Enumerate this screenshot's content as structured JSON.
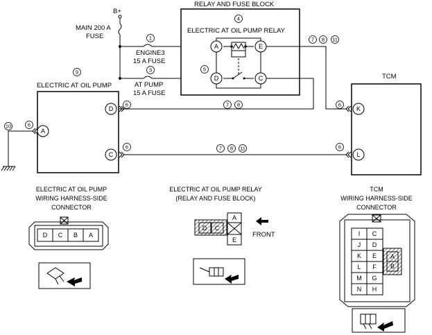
{
  "labels": {
    "b_plus": "B+",
    "main_fuse": "MAIN 200 A",
    "main_fuse_2": "FUSE",
    "relay_block": "RELAY AND FUSE BLOCK",
    "relay_name": "ELECTRIC AT OIL PUMP RELAY",
    "engine3_fuse": "ENGINE3",
    "engine3_fuse_2": "15 A FUSE",
    "atpump_fuse": "AT PUMP",
    "atpump_fuse_2": "15 A FUSE",
    "pump_name": "ELECTRIC AT OIL PUMP",
    "tcm_name": "TCM",
    "front": "FRONT"
  },
  "circled": {
    "n1": "1",
    "n3": "3",
    "n4": "4",
    "n5": "5",
    "n6": "6",
    "n7": "7",
    "n8": "8",
    "n9": "9",
    "n10": "10",
    "n11": "11"
  },
  "pins": {
    "relay_a": "A",
    "relay_e": "E",
    "relay_d": "D",
    "relay_c": "C",
    "pump_d": "D",
    "pump_a": "A",
    "pump_c": "C",
    "tcm_k": "K",
    "tcm_l": "L"
  },
  "connectors": {
    "pump": {
      "title_1": "ELECTRIC AT OIL PUMP",
      "title_2": "WIRING HARNESS-SIDE",
      "title_3": "CONNECTOR",
      "cells": [
        "D",
        "C",
        "B",
        "A"
      ]
    },
    "relay": {
      "title_1": "ELECTRIC AT OIL PUMP RELAY",
      "title_2": "(RELAY AND FUSE BLOCK)",
      "left_cells": [
        "D",
        "C"
      ],
      "right_top": "A",
      "right_bottom": "E"
    },
    "tcm": {
      "title_1": "TCM",
      "title_2": "WIRING HARNESS-SIDE",
      "title_3": "CONNECTOR",
      "left_col": [
        "I",
        "J",
        "K",
        "L",
        "M",
        "N"
      ],
      "mid_col": [
        "C",
        "D",
        "E",
        "F",
        "G",
        "H"
      ],
      "right_col": [
        "A",
        "B"
      ]
    }
  }
}
